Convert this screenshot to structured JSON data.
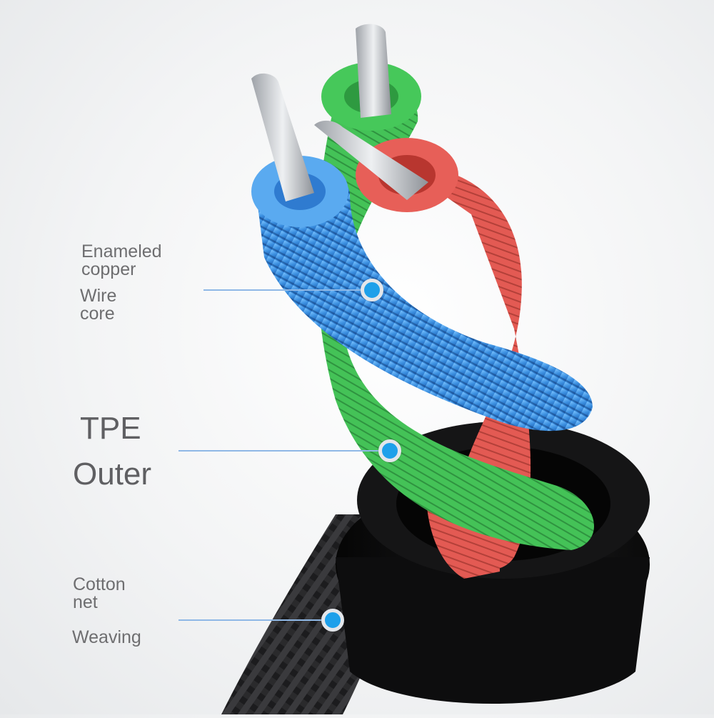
{
  "callouts": {
    "copper": {
      "line1": "Enameled",
      "line2": "copper",
      "line3": "Wire",
      "line4": "core"
    },
    "tpe": {
      "line1": "TPE",
      "line2": "Outer"
    },
    "cotton": {
      "line1": "Cotton",
      "line2": "net",
      "line3": "Weaving"
    }
  },
  "colors": {
    "blue": "#3b8fe0",
    "green": "#3fbe52",
    "red": "#e0544e",
    "silver": "#c9cbcf",
    "jacket": "#111111",
    "marker": "#1ea0ea"
  }
}
